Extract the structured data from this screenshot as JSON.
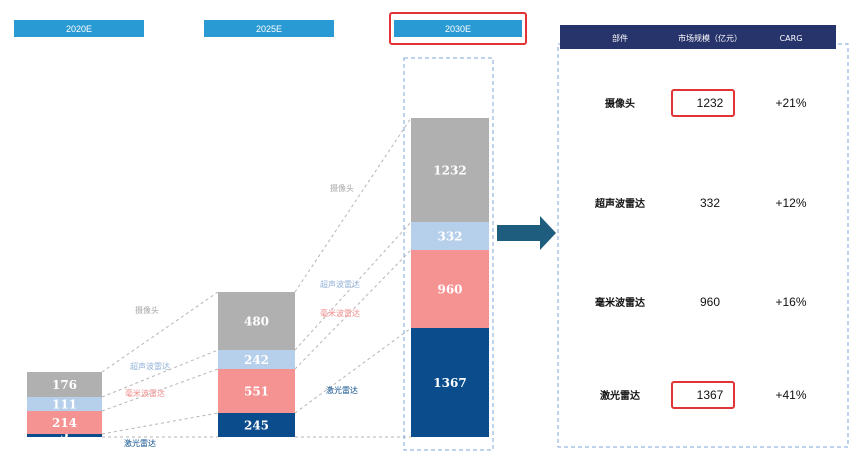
{
  "colors": {
    "header_blue": "#2a9ad4",
    "camera_gray": "#b0b0b0",
    "ultrasonic_lightblue": "#b6cfea",
    "mmwave_pink": "#f59393",
    "lidar_navy": "#0b4d8c",
    "highlight_red": "#e23434",
    "table_header_navy": "#27336b",
    "arrow_teal": "#1e5d7e",
    "dash_blue": "#7fa6dd"
  },
  "years": [
    "2020E",
    "2025E",
    "2030E"
  ],
  "chart_data": {
    "type": "bar",
    "stacked": true,
    "categories": [
      "2020E",
      "2025E",
      "2030E"
    ],
    "series": [
      {
        "name": "激光雷达",
        "color": "#0b4d8c",
        "values": [
          5,
          245,
          1367
        ],
        "value_labels": [
          "5",
          "245",
          "1367"
        ]
      },
      {
        "name": "毫米波雷达",
        "color": "#f59393",
        "values": [
          214,
          551,
          960
        ],
        "value_labels": [
          "214",
          "551",
          "960"
        ]
      },
      {
        "name": "超声波雷达",
        "color": "#b6cfea",
        "values": [
          111,
          242,
          332
        ],
        "value_labels": [
          "111",
          "242",
          "332"
        ]
      },
      {
        "name": "摄像头",
        "color": "#b0b0b0",
        "values": [
          176,
          480,
          1232
        ],
        "value_labels": [
          "176",
          "480",
          "1232"
        ]
      }
    ],
    "component_labels": [
      {
        "text": "摄像头",
        "color": "#a9a9a9"
      },
      {
        "text": "超声波雷达",
        "color": "#93b2d8"
      },
      {
        "text": "毫米波雷达",
        "color": "#f08c8c"
      },
      {
        "text": "激光雷达",
        "color": "#0b4d8c"
      }
    ]
  },
  "table": {
    "headers": [
      "部件",
      "市场规模（亿元）",
      "CARG"
    ],
    "rows": [
      {
        "part": "摄像头",
        "size": "1232",
        "cagr": "+21%",
        "highlighted": true
      },
      {
        "part": "超声波雷达",
        "size": "332",
        "cagr": "+12%",
        "highlighted": false
      },
      {
        "part": "毫米波雷达",
        "size": "960",
        "cagr": "+16%",
        "highlighted": false
      },
      {
        "part": "激光雷达",
        "size": "1367",
        "cagr": "+41%",
        "highlighted": true
      }
    ]
  }
}
